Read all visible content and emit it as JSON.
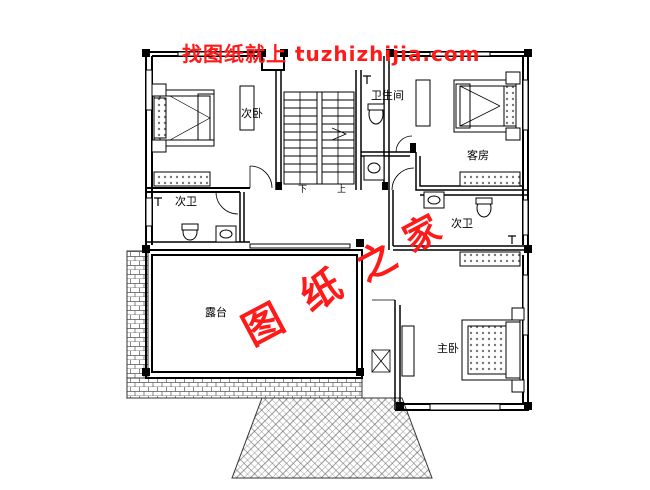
{
  "watermark": {
    "top_text": "找图纸就上 tuzhizhijia.com",
    "center_text": [
      "图",
      "纸",
      "之",
      "家"
    ]
  },
  "rooms": {
    "bedroom_left": "次卧",
    "bathroom_top": "卫生间",
    "guest_room": "客房",
    "bath_left": "次卫",
    "bath_right": "次卫",
    "terrace": "露台",
    "master_bedroom": "主卧"
  },
  "stairs": {
    "down": "下",
    "up": "上"
  },
  "colors": {
    "wall": "#000000",
    "watermark": "#ff1a1a",
    "roof_tile": "#444444"
  }
}
